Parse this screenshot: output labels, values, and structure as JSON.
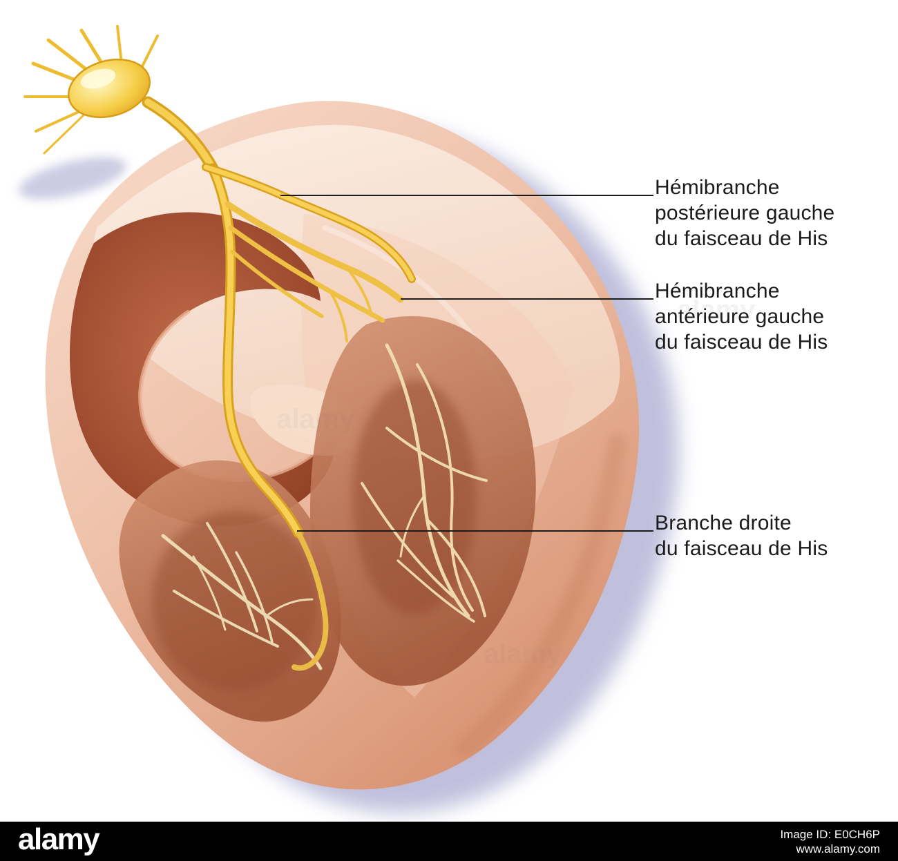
{
  "page": {
    "background": "#ffffff"
  },
  "annotations": [
    {
      "lines": [
        "Hémibranche",
        "postérieure gauche",
        "du faisceau de His"
      ]
    },
    {
      "lines": [
        "Hémibranche",
        "antérieure gauche",
        "du faisceau de His"
      ]
    },
    {
      "lines": [
        "Branche droite",
        "du faisceau de His"
      ]
    }
  ],
  "watermark": {
    "text": "alamy"
  },
  "footer": {
    "brand": "alamy",
    "image_id": "Image ID: E0CH6P",
    "website": "www.alamy.com"
  },
  "colors": {
    "heart_surface": "#eec0a8",
    "cut_surface": "#f7e1d2",
    "cavity_dark": "#9c432c",
    "conduction_yellow": "#f2c440",
    "purkinje_pale": "#f2e0b2",
    "shadow_lavender": "#b6b6d8",
    "label_text": "#1b1b1b",
    "footer_bar": "#000000"
  }
}
